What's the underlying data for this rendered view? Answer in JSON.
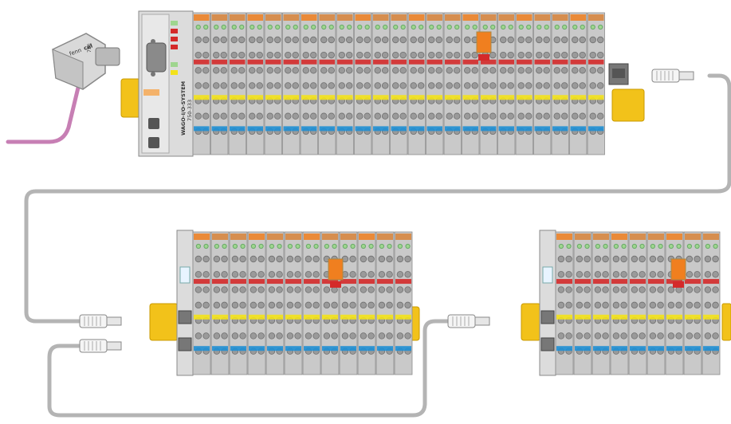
{
  "connector": {
    "brand_label": "fenn",
    "brand_suffix": "cel",
    "model_label": "750"
  },
  "coupler": {
    "system_label": "WAGO-I/O-SYSTEM",
    "model_label": "750-333"
  },
  "colors": {
    "module_body": "#c9c9c9",
    "module_dark": "#6f6f6f",
    "din_rail": "#f2c21a",
    "fieldbus_cable": "#c77fb4",
    "ethernet_cable": "#b4b4b4",
    "led_green": "#9fd58f",
    "potential_red": "#d42a2a",
    "potential_yellow": "#f3e21a",
    "potential_blue": "#1f8fd4",
    "orange_module": "#f07f1f"
  },
  "nodes": [
    {
      "id": "node-1",
      "slices": 23,
      "has_fieldbus_coupler": true
    },
    {
      "id": "node-2",
      "slices": 12,
      "has_fieldbus_coupler": false
    },
    {
      "id": "node-3",
      "slices": 9,
      "has_fieldbus_coupler": false
    }
  ],
  "icons": [
    "fieldbus-connector-icon",
    "ethernet-plug-icon",
    "din-rail-icon",
    "terminal-module-icon"
  ]
}
